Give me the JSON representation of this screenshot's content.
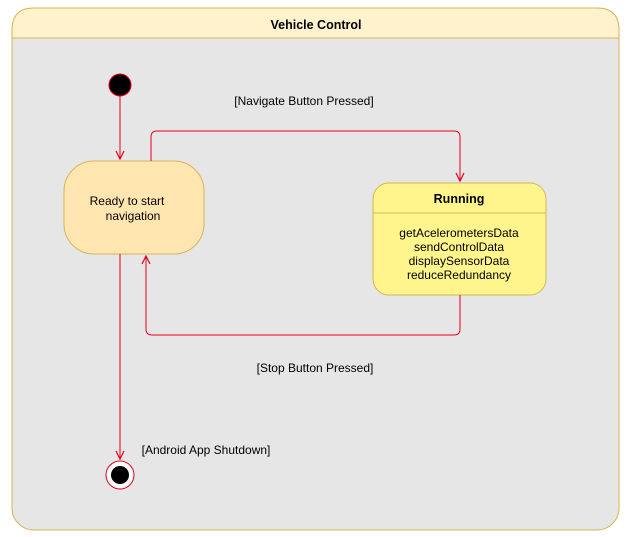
{
  "container": {
    "title": "Vehicle Control"
  },
  "states": {
    "ready": {
      "line1": "Ready to start",
      "line2": "navigation"
    },
    "running": {
      "title": "Running",
      "activities": [
        "getAcelerometersData",
        "sendControlData",
        "displaySensorData",
        "reduceRedundancy"
      ]
    }
  },
  "transitions": {
    "navigate": "[Navigate Button Pressed]",
    "stop": "[Stop Button Pressed]",
    "shutdown": "[Android App Shutdown]"
  },
  "colors": {
    "container_fill": "#e6e6e6",
    "container_header_fill": "#fff2cc",
    "container_border": "#d6b656",
    "state_fill": "#ffe6b0",
    "running_fill": "#fff58c",
    "arrow": "#e5001b",
    "initial_fill": "#000000"
  }
}
